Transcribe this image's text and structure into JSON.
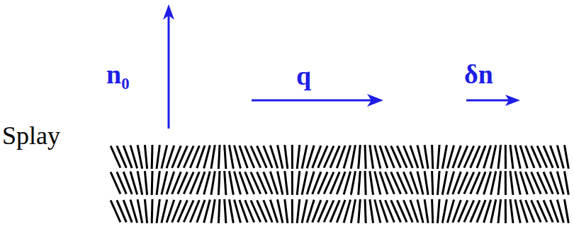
{
  "diagram": {
    "labels": [
      "n₀",
      "q",
      "δn",
      "Splay"
    ]
  }
}
